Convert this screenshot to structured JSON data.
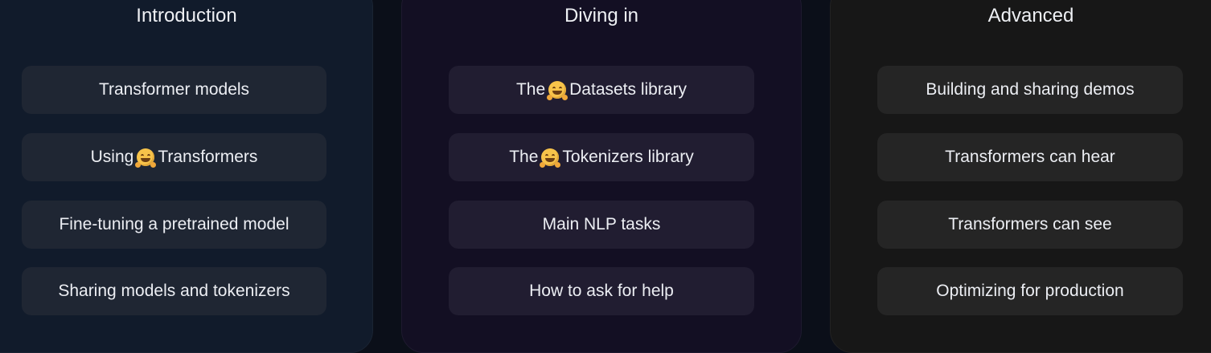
{
  "sections": [
    {
      "title": "Introduction",
      "items": [
        {
          "pre": "Transformer models",
          "post": ""
        },
        {
          "pre": "Using",
          "post": "Transformers",
          "icon": "hugging-face-emoji"
        },
        {
          "pre": "Fine-tuning a pretrained model",
          "post": ""
        },
        {
          "pre": "Sharing models and tokenizers",
          "post": ""
        }
      ]
    },
    {
      "title": "Diving in",
      "items": [
        {
          "pre": "The",
          "post": "Datasets library",
          "icon": "hugging-face-emoji"
        },
        {
          "pre": "The",
          "post": "Tokenizers library",
          "icon": "hugging-face-emoji"
        },
        {
          "pre": "Main NLP tasks",
          "post": ""
        },
        {
          "pre": "How to ask for help",
          "post": ""
        }
      ]
    },
    {
      "title": "Advanced",
      "items": [
        {
          "pre": "Building and sharing demos",
          "post": ""
        },
        {
          "pre": "Transformers can hear",
          "post": ""
        },
        {
          "pre": "Transformers can see",
          "post": ""
        },
        {
          "pre": "Optimizing for production",
          "post": ""
        }
      ]
    }
  ]
}
